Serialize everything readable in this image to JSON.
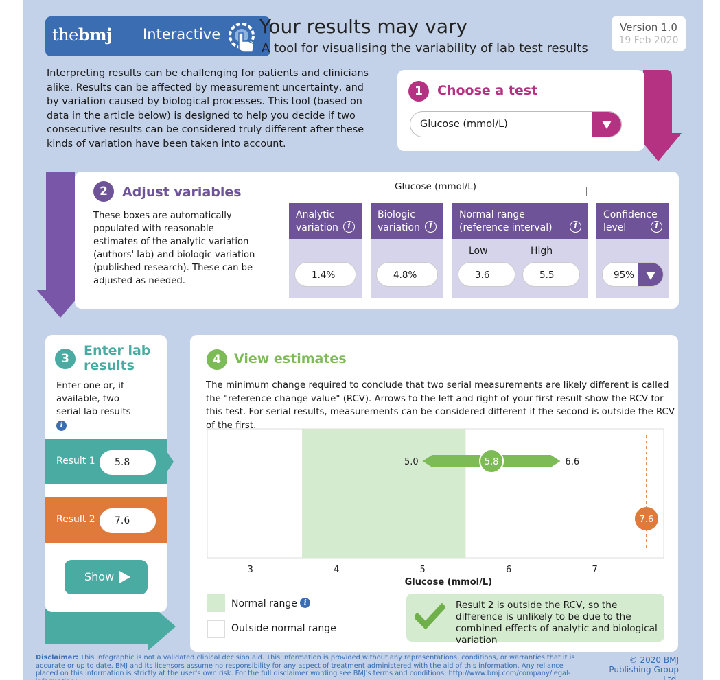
{
  "header": {
    "brand_the": "the",
    "brand_bmj": "bmj",
    "brand_interactive": "Interactive",
    "title": "Your results may vary",
    "subtitle": "A tool for visualising the variability of lab test results",
    "version": "Version 1.0",
    "date": "19 Feb 2020"
  },
  "intro": "Interpreting results can be challenging for patients and clinicians alike. Results can be affected by measurement uncertainty, and by variation caused by biological processes. This tool (based on data in the article below) is designed to help you decide if two consecutive results can be considered truly different after these kinds of variation have been taken into account.",
  "step1": {
    "number": "1",
    "heading": "Choose a test",
    "selected_test": "Glucose (mmol/L)"
  },
  "step2": {
    "number": "2",
    "heading": "Adjust variables",
    "description": "These boxes are automatically populated with reasonable estimates of the analytic variation (authors' lab) and biologic variation (published research). These can be adjusted as needed.",
    "group_label": "Glucose (mmol/L)",
    "analytic": {
      "label1": "Analytic",
      "label2": "variation",
      "value": "1.4%"
    },
    "biologic": {
      "label1": "Biologic",
      "label2": "variation",
      "value": "4.8%"
    },
    "normal": {
      "label1": "Normal range",
      "label2": "(reference interval)",
      "low_label": "Low",
      "high_label": "High",
      "low": "3.6",
      "high": "5.5"
    },
    "confidence": {
      "label1": "Confidence",
      "label2": "level",
      "value": "95%"
    }
  },
  "step3": {
    "number": "3",
    "heading1": "Enter lab",
    "heading2": "results",
    "description": "Enter one or, if available, two serial lab results",
    "result1_label": "Result 1",
    "result1_value": "5.8",
    "result2_label": "Result 2",
    "result2_value": "7.6",
    "show_label": "Show"
  },
  "step4": {
    "number": "4",
    "heading": "View estimates",
    "text": "The minimum change required to conclude that two serial measurements are likely different is called the \"reference change value\" (RCV). Arrows to the left and right of your first result show the RCV for this test. For serial results, measurements can be considered different if the second is outside the RCV of the first.",
    "legend_normal": "Normal range",
    "legend_outside": "Outside normal range",
    "conclusion": "Result 2 is outside the RCV, so the difference is unlikely to be due to the combined effects of analytic and biological variation"
  },
  "chart_data": {
    "type": "scatter",
    "xlabel": "Glucose (mmol/L)",
    "xlim": [
      2.5,
      7.8
    ],
    "ticks": [
      3,
      4,
      5,
      6,
      7
    ],
    "tick_labels": [
      "3",
      "4",
      "5",
      "6",
      "7"
    ],
    "normal_range": [
      3.6,
      5.5
    ],
    "result1": 5.8,
    "result1_label": "5.8",
    "rcv_low": 5.0,
    "rcv_low_label": "5.0",
    "rcv_high": 6.6,
    "rcv_high_label": "6.6",
    "result2": 7.6,
    "result2_label": "7.6",
    "colors": {
      "normal": "#d5ebd0",
      "rcv": "#7dbb57",
      "result2": "#e07a3a"
    }
  },
  "colors": {
    "background": "#c3d2e8",
    "bmj_blue": "#3a6db2",
    "step1": "#b53181",
    "step2": "#6e5399",
    "step3": "#4aaba2",
    "step4": "#7dbb57",
    "result2": "#e07a3a"
  },
  "footer": {
    "disclaimer_label": "Disclaimer:",
    "disclaimer": " This infographic is not a validated clinical decision aid. This information is provided without any representations, conditions, or warranties that it is accurate or up to date. BMJ and its licensors assume no responsibility for any aspect of treatment administered with the aid of this information. Any reliance placed on this information is strictly at the user's own risk. For the full disclaimer wording see BMJ's terms and conditions: http://www.bmj.com/company/legal-information/",
    "copyright1": "© 2020 BMJ",
    "copyright2": "Publishing Group Ltd."
  }
}
